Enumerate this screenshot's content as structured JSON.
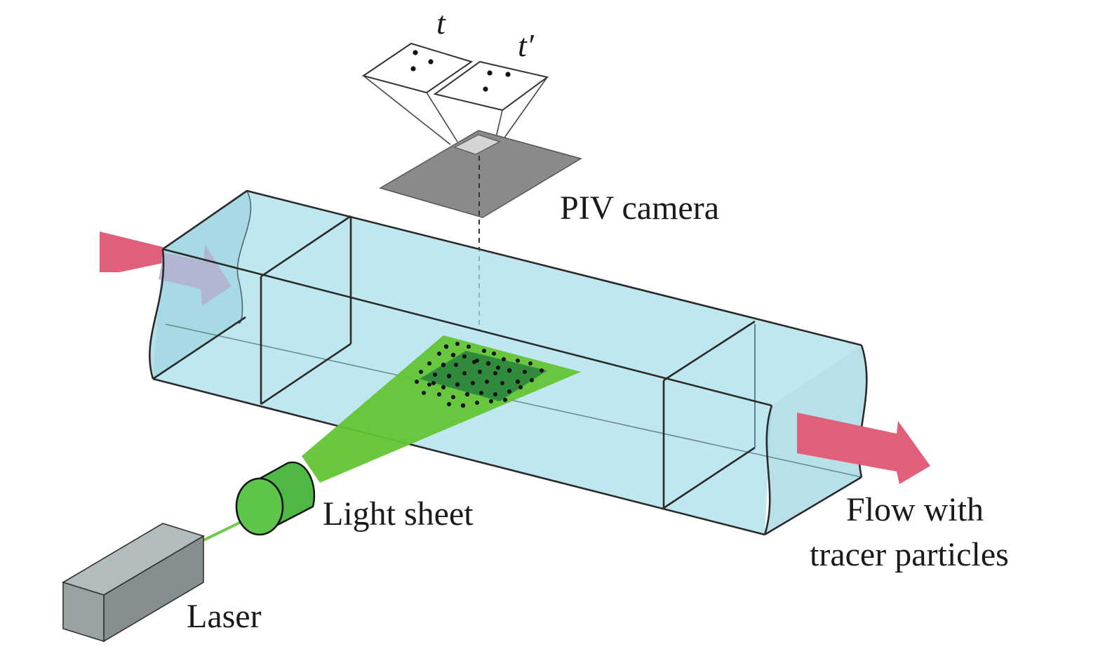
{
  "labels": {
    "time_t": "t",
    "time_t_prime": "t′",
    "piv_camera": "PIV camera",
    "light_sheet": "Light sheet",
    "laser": "Laser",
    "flow_line1": "Flow with",
    "flow_line2": "tracer particles"
  },
  "colors": {
    "channel_fluid": "#a9dfe9",
    "flow_arrow": "#e0607a",
    "inlet_arrow_inner": "#b3b3cf",
    "light_sheet": "#63c534",
    "particle_zone": "#2f8a3c",
    "light_sheet_optic": "#5cc54a",
    "camera_plate": "#8a8a8c",
    "laser_body": "#9aa3a3",
    "particles": "#111111"
  }
}
